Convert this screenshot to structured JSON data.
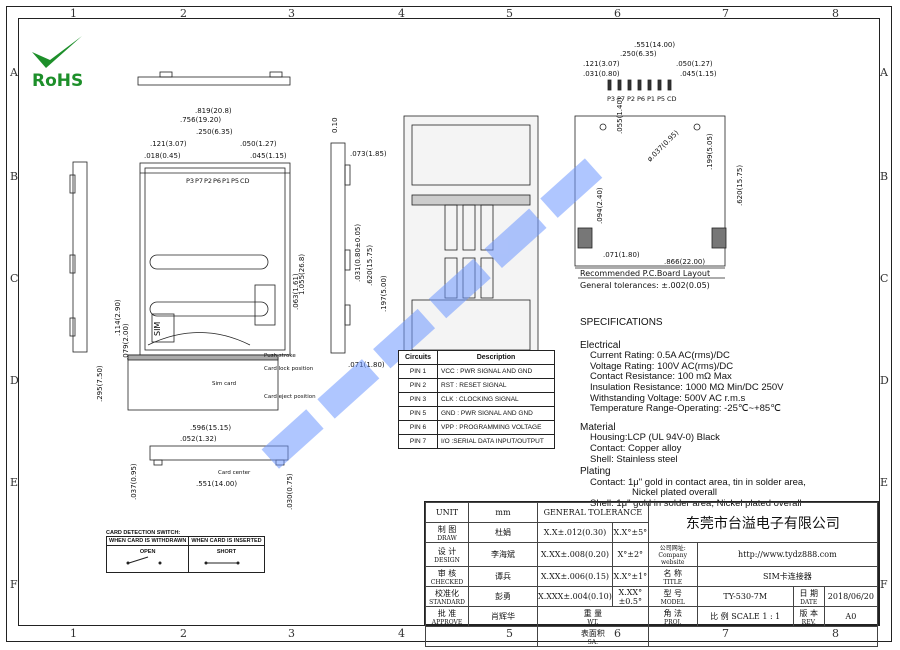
{
  "grid": {
    "cols": [
      "1",
      "2",
      "3",
      "4",
      "5",
      "6",
      "7",
      "8"
    ],
    "rows": [
      "A",
      "B",
      "C",
      "D",
      "E",
      "F"
    ]
  },
  "rohs": {
    "text": "RoHS"
  },
  "watermark": {
    "color": "#6f98ff"
  },
  "left_view": {
    "dims": [
      ".819(20.8)",
      ".756(19.20)",
      ".250(6.35)",
      ".121(3.07)",
      ".050(1.27)",
      ".018(0.45)",
      ".045(1.15)",
      ".114(2.90)",
      ".079(2.00)",
      ".295(7.50)"
    ],
    "pins": [
      "P3",
      "P7",
      "P2",
      "P6",
      "P1",
      "P5",
      "CD"
    ],
    "notes": [
      "Push stroke",
      "Card lock position",
      "Sim card",
      "Card eject position"
    ],
    "sim_label": "SIM"
  },
  "side_view": {
    "dims": [
      ".073(1.85)",
      "1.055(26.8)",
      ".063(1.61)",
      ".031(0.80±0.05)",
      ".620(15.75)",
      ".197(5.00)",
      ".071(1.80)"
    ],
    "flat": "0.10"
  },
  "bottom_view": {
    "dims": [
      ".596(15.15)",
      ".052(1.32)",
      ".037(0.95)",
      ".551(14.00)",
      ".030(0.75)"
    ],
    "note": "Card center"
  },
  "pcb": {
    "dims": [
      ".551(14.00)",
      ".250(6.35)",
      ".121(3.07)",
      ".050(1.27)",
      ".031(0.80)",
      ".045(1.15)",
      ".055(1.40)",
      "ø.037(0.95)",
      ".199(5.05)",
      ".094(2.40)",
      ".620(15.75)",
      ".071(1.80)",
      ".866(22.00)"
    ],
    "pins": [
      "P3",
      "P7",
      "P2",
      "P6",
      "P1",
      "P5",
      "CD"
    ],
    "title": "Recommended P.C.Board Layout",
    "tolerance": "General tolerances: ±.002(0.05)"
  },
  "circuits": {
    "headers": [
      "Circuits",
      "Description"
    ],
    "rows": [
      [
        "PIN 1",
        "VCC : PWR SIGNAL AND GND"
      ],
      [
        "PIN 2",
        "RST : RESET SIGNAL"
      ],
      [
        "PIN 3",
        "CLK : CLOCKING SIGNAL"
      ],
      [
        "PIN 5",
        "GND : PWR SIGNAL AND GND"
      ],
      [
        "PIN 6",
        "VPP : PROGRAMMING VOLTAGE"
      ],
      [
        "PIN 7",
        "I/O :SERIAL DATA INPUT/OUTPUT"
      ]
    ]
  },
  "specs": {
    "title": "SPECIFICATIONS",
    "electrical_title": "Electrical",
    "electrical": [
      "Current Rating: 0.5A AC(rms)/DC",
      "Voltage Rating: 100V AC(rms)/DC",
      "Contact Resistance: 100 mΩ Max",
      "Insulation Resistance: 1000 MΩ Min/DC 250V",
      "Withstanding Voltage: 500V AC r.m.s",
      "Temperature Range-Operating: -25℃~+85℃"
    ],
    "material_title": "Material",
    "material": [
      "Housing:LCP (UL 94V-0)   Black",
      "Contact: Copper alloy",
      "Shell: Stainless steel"
    ],
    "plating_title": "Plating",
    "plating": [
      "Contact: 1μ\" gold in contact area, tin in solder area,",
      "Nickel plated overall",
      "Shell: 1μ\" gold in solder area, Nickel plated overall"
    ]
  },
  "card_detect": {
    "title": "CARD DETECTION SWITCH:",
    "col1": "WHEN CARD IS WITHDRAWN",
    "col2": "WHEN CARD IS INSERTED",
    "open": "OPEN",
    "short": "SHORT"
  },
  "title_block": {
    "unit": "UNIT",
    "unit_val": "mm",
    "draw_cn": "制 图",
    "draw_en": "DRAW",
    "draw_name": "杜娟",
    "design_cn": "设 计",
    "design_en": "DESIGN",
    "design_name": "李海斌",
    "check_cn": "审 核",
    "check_en": "CHECKED",
    "check_name": "谭兵",
    "std_cn": "校准化",
    "std_en": "STANDARD",
    "std_name": "彭勇",
    "appr_cn": "批 准",
    "appr_en": "APPROVE",
    "appr_name": "肖辉华",
    "tol_title": "GENERAL TOLERANCE",
    "tols": [
      "X.X±.012(0.30)",
      "X.X°±5°",
      "X.XX±.008(0.20)",
      "X°±2°",
      "X.XX±.006(0.15)",
      "X.X°±1°",
      "X.XXX±.004(0.10)",
      "X.XX°±0.5°"
    ],
    "wt_cn": "重 量",
    "wt_en": "WT.",
    "sa_cn": "表面积",
    "sa_en": "SA.",
    "company": "东莞市台溢电子有限公司",
    "website_cn": "公司网址:",
    "website_en": "Company website",
    "website": "http://www.tydz888.com",
    "title_cn": "名 称",
    "title_en": "TITLE",
    "title_val": "SIM卡连接器",
    "model_cn": "型 号",
    "model_en": "MODEL",
    "model_val": "TY-530-7M",
    "date_cn": "日 期",
    "date_en": "DATE",
    "date_val": "2018/06/20",
    "proj_cn": "角 法",
    "proj_en": "PROJ.",
    "scale_cn": "比 例",
    "scale_en": "SCALE",
    "scale_val": "1 : 1",
    "rev_cn": "版 本",
    "rev_en": "REV.",
    "rev_val": "A0"
  }
}
